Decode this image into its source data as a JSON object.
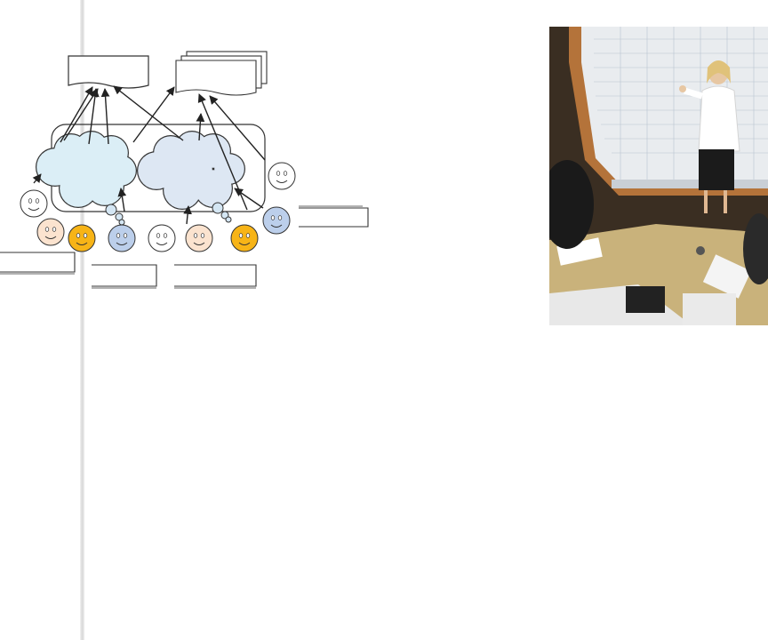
{
  "colors": {
    "cloud_left": "#dbeef6",
    "cloud_right": "#dde7f3",
    "face_peach": "#fbe3cf",
    "face_yellow": "#f7b417",
    "face_blue": "#bccfeb",
    "face_white": "#ffffff",
    "outline": "#222222"
  },
  "people": [
    {
      "id": "p1",
      "color": "face_white"
    },
    {
      "id": "p2",
      "color": "face_peach"
    },
    {
      "id": "p3",
      "color": "face_yellow"
    },
    {
      "id": "p4",
      "color": "face_blue"
    },
    {
      "id": "p5",
      "color": "face_white"
    },
    {
      "id": "p6",
      "color": "face_peach"
    },
    {
      "id": "p7",
      "color": "face_yellow"
    },
    {
      "id": "p8",
      "color": "face_blue"
    },
    {
      "id": "p9",
      "color": "face_white"
    }
  ],
  "photo": {
    "subject": "woman-presenting-at-whiteboard-meeting"
  }
}
